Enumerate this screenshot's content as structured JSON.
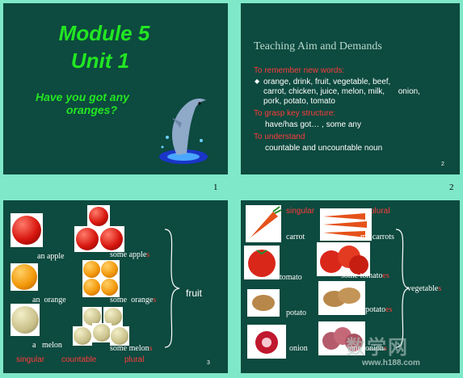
{
  "slide1": {
    "title_line1": "Module 5",
    "title_line2": "Unit 1",
    "subtitle_line1": "Have you got any",
    "subtitle_line2": "oranges?",
    "page": "1"
  },
  "slide2": {
    "heading": "Teaching Aim and Demands",
    "section1": "To remember new words:",
    "words_line1": "orange, drink, fruit, vegetable, beef,",
    "words_line2": "carrot, chicken, juice, melon, milk,      onion,",
    "words_line3": "pork, potato, tomato",
    "section2": "To grasp key structure:",
    "structure": "have/has got… , some any",
    "section3": "To understand",
    "understand": "countable and uncountable noun",
    "inner_page": "2",
    "page": "2"
  },
  "slide3": {
    "an_apple": "an apple",
    "some_apple_stem": "some apple",
    "some_apple_s": "s",
    "an_orange": "an  orange",
    "some_orange_stem": "some  orange",
    "some_orange_s": "s",
    "a_melon": "a   melon",
    "some_melon_stem": "some melon",
    "some_melon_s": "s",
    "fruit": "fruit",
    "singular": "singular",
    "countable": "countable",
    "plural": "plural",
    "inner_page": "3"
  },
  "slide4": {
    "singular": "singular",
    "plural": "plural",
    "carrot": "carrot",
    "some_carrots": "me carrots",
    "tomato": "tomato",
    "some_tomato_stem": "some tomato",
    "some_tomato_es": "es",
    "vegetables_stem": "vegetable",
    "vegetables_s": "s",
    "potato": "potato",
    "some_potato_stem": "some  potato",
    "some_potato_es": "es",
    "onion": "onion",
    "some_onion_stem": "some  onion",
    "some_onion_s": "s",
    "watermark_cn": "数学网",
    "watermark_url": "www.h188.com"
  }
}
